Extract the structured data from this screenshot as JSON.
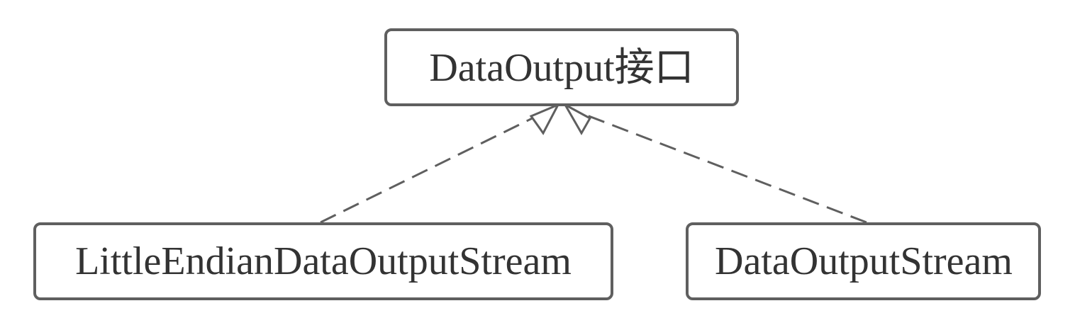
{
  "diagram": {
    "type": "uml-class-diagram",
    "nodes": [
      {
        "id": "iface",
        "label": "DataOutput接口"
      },
      {
        "id": "le",
        "label": "LittleEndianDataOutputStream"
      },
      {
        "id": "dos",
        "label": "DataOutputStream"
      }
    ],
    "edges": [
      {
        "from": "le",
        "to": "iface",
        "relation": "realization",
        "style": "dashed",
        "head": "hollow-triangle"
      },
      {
        "from": "dos",
        "to": "iface",
        "relation": "realization",
        "style": "dashed",
        "head": "hollow-triangle"
      }
    ],
    "colors": {
      "stroke": "#5f5f5f",
      "text": "#333333",
      "fill": "#ffffff"
    }
  }
}
